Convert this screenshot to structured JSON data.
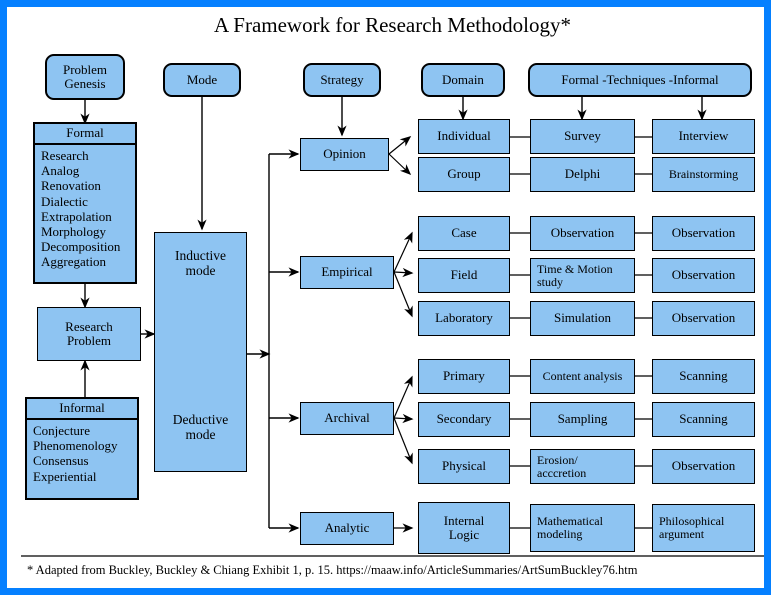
{
  "page": {
    "title": "A Framework for Research Methodology*",
    "footnote": "* Adapted from Buckley, Buckley & Chiang Exhibit 1, p. 15.  https://maaw.info/ArticleSummaries/ArtSumBuckley76.htm",
    "frame_color": "#0580ff",
    "node_fill": "#8ec4f2",
    "node_stroke": "#000000",
    "background": "#ffffff"
  },
  "column_headers": {
    "problem_genesis": "Problem\nGenesis",
    "mode": "Mode",
    "strategy": "Strategy",
    "domain": "Domain",
    "techniques": "Formal -Techniques -Informal"
  },
  "genesis": {
    "formal": {
      "caption": "Formal",
      "items": [
        "Research",
        "Analog",
        "Renovation",
        "Dialectic",
        "Extrapolation",
        "Morphology",
        "Decomposition",
        "Aggregation"
      ]
    },
    "research_problem": "Research\nProblem",
    "informal": {
      "caption": "Informal",
      "items": [
        "Conjecture",
        "Phenomenology",
        "Consensus",
        "Experiential"
      ]
    }
  },
  "mode": {
    "inductive": "Inductive\nmode",
    "deductive": "Deductive\nmode"
  },
  "rows": [
    {
      "strategy": "Opinion",
      "branches": [
        {
          "domain": "Individual",
          "formal_technique": "Survey",
          "informal_technique": "Interview"
        },
        {
          "domain": "Group",
          "formal_technique": "Delphi",
          "informal_technique": "Brainstorming"
        }
      ]
    },
    {
      "strategy": "Empirical",
      "branches": [
        {
          "domain": "Case",
          "formal_technique": "Observation",
          "informal_technique": "Observation"
        },
        {
          "domain": "Field",
          "formal_technique": "Time & Motion\nstudy",
          "informal_technique": "Observation"
        },
        {
          "domain": "Laboratory",
          "formal_technique": "Simulation",
          "informal_technique": "Observation"
        }
      ]
    },
    {
      "strategy": "Archival",
      "branches": [
        {
          "domain": "Primary",
          "formal_technique": "Content analysis",
          "informal_technique": "Scanning"
        },
        {
          "domain": "Secondary",
          "formal_technique": "Sampling",
          "informal_technique": "Scanning"
        },
        {
          "domain": "Physical",
          "formal_technique": "Erosion/\nacccretion",
          "informal_technique": "Observation"
        }
      ]
    },
    {
      "strategy": "Analytic",
      "branches": [
        {
          "domain": "Internal\nLogic",
          "formal_technique": "Mathematical\nmodeling",
          "informal_technique": "Philosophical\nargument"
        }
      ]
    }
  ]
}
